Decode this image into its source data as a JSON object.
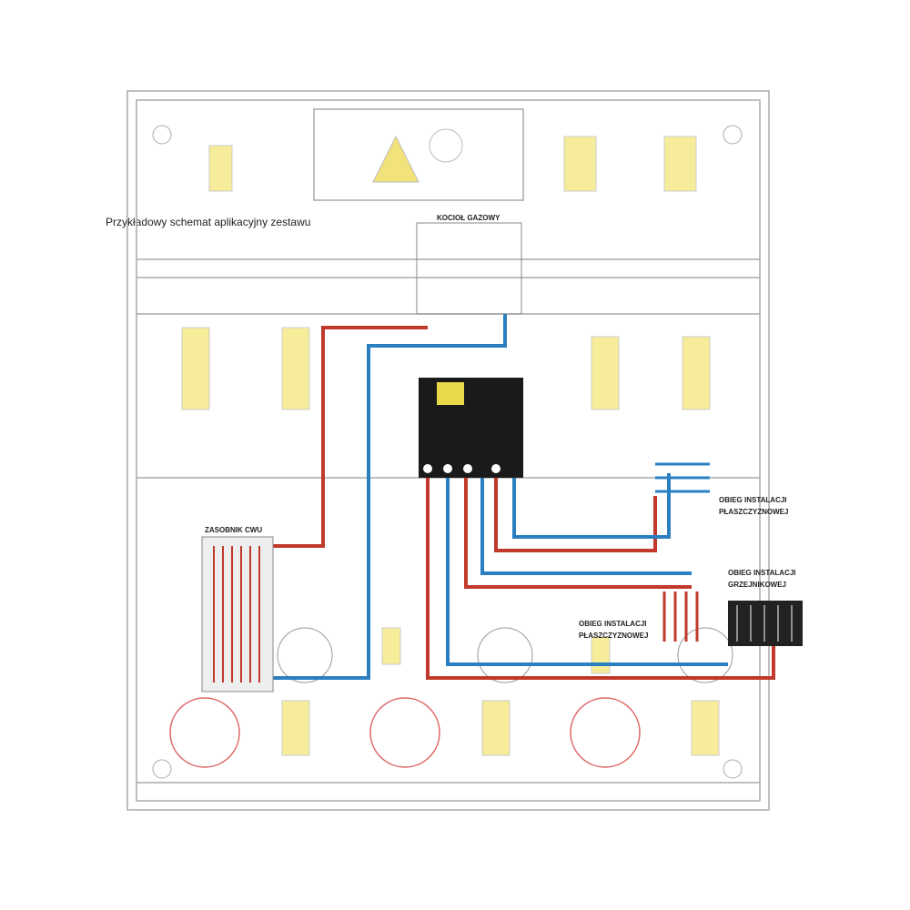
{
  "title": "Przykładowy schemat aplikacyjny zestawu",
  "labels": {
    "boiler": "KOCIOŁ GAZOWY",
    "tank": "ZASOBNIK CWU",
    "floor_circuit_1_a": "OBIEG INSTALACJI",
    "floor_circuit_1_b": "PŁASZCZYZNOWEJ",
    "radiator_circuit_a": "OBIEG INSTALACJI",
    "radiator_circuit_b": "GRZEJNIKOWEJ",
    "floor_circuit_2_a": "OBIEG INSTALACJI",
    "floor_circuit_2_b": "PŁASZCZYZNOWEJ"
  },
  "colors": {
    "supply": "#c0392b",
    "return": "#2a7fc1",
    "frame": "#999999",
    "accent": "#f2e27a"
  }
}
